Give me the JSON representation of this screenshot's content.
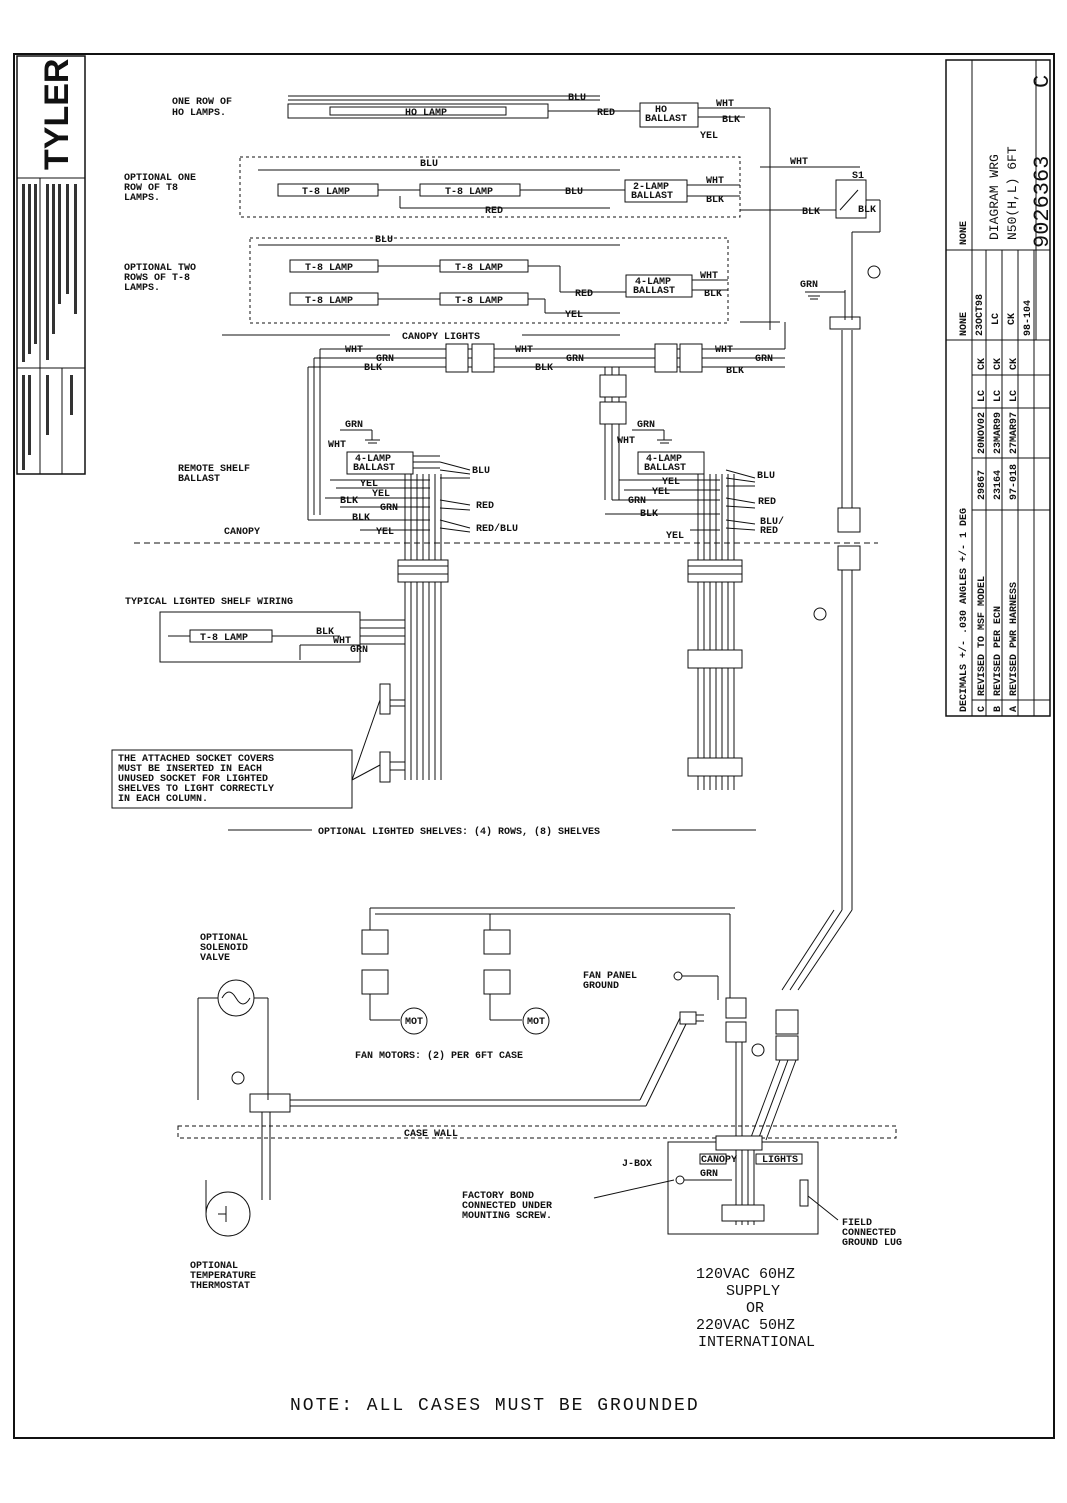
{
  "brand": "TYLER",
  "title_block": {
    "scale": "NONE",
    "date": "23OCT98",
    "drawn_by": "LC",
    "checked_by": "CK",
    "project": "98-104",
    "drawing_title_line1": "DIAGRAM WRG",
    "drawing_title_line2": "N50(H,L) 6FT",
    "drawing_number": "9026363",
    "revision": "C",
    "tolerance": "DECIMALS +/- .030  ANGLES +/- 1 DEG",
    "revisions": [
      {
        "rev": "C",
        "desc": "REVISED TO MSF MODEL",
        "eco": "29867",
        "date": "20NOV02",
        "by": "LC",
        "chk": "CK"
      },
      {
        "rev": "B",
        "desc": "REVISED PER ECN",
        "eco": "23164",
        "date": "23MAR99",
        "by": "LC",
        "chk": "CK"
      },
      {
        "rev": "A",
        "desc": "REVISED PWR HARNESS",
        "eco": "97-018",
        "date": "27MAR97",
        "by": "LC",
        "chk": "CK"
      }
    ]
  },
  "labels": {
    "one_row_hd": "ONE ROW OF\nHO LAMPS.",
    "opt_one_row_t8": "OPTIONAL ONE\nROW OF T8\nLAMPS.",
    "opt_two_rows_t8": "OPTIONAL TWO\nROWS OF T-8\nLAMPS.",
    "canopy_lights": "CANOPY LIGHTS",
    "remote_shelf_ballast": "REMOTE SHELF\nBALLAST",
    "canopy": "CANOPY",
    "typical_lighted_shelf": "TYPICAL LIGHTED SHELF WIRING",
    "socket_note": "THE ATTACHED SOCKET COVERS\nMUST BE INSERTED IN EACH\nUNUSED SOCKET FOR LIGHTED\nSHELVES TO LIGHT CORRECTLY\nIN EACH COLUMN.",
    "optional_shelves": "OPTIONAL LIGHTED SHELVES: (4) ROWS, (8) SHELVES",
    "opt_solenoid": "OPTIONAL\nSOLENOID\nVALVE",
    "fan_panel_ground": "FAN PANEL\nGROUND",
    "fan_motors": "FAN MOTORS: (2) PER 6FT CASE",
    "case_wall": "CASE WALL",
    "jbox": "J-BOX",
    "factory_bond": "FACTORY BOND\nCONNECTED UNDER\nMOUNTING SCREW.",
    "field_ground": "FIELD\nCONNECTED\nGROUND LUG",
    "opt_thermostat": "OPTIONAL\nTEMPERATURE\nTHERMOSTAT",
    "supply": "120VAC  60HZ\nSUPPLY\nOR\n220VAC  50HZ\nINTERNATIONAL",
    "note": "NOTE: ALL CASES MUST BE GROUNDED",
    "hd_lamp": "HO LAMP",
    "hd_ballast": "HO\nBALLAST",
    "t8_lamp": "T-8 LAMP",
    "ballast_2": "2-LAMP\nBALLAST",
    "ballast_4": "4-LAMP\nBALLAST",
    "switch": "S1",
    "mot": "MOT",
    "canopy_tag": "CANOPY",
    "lights_tag": "LIGHTS"
  },
  "wires": {
    "blu": "BLU",
    "red": "RED",
    "wht": "WHT",
    "blk": "BLK",
    "yel": "YEL",
    "grn": "GRN",
    "red_blu": "RED/BLU",
    "blu_red": "BLU/\nRED"
  }
}
